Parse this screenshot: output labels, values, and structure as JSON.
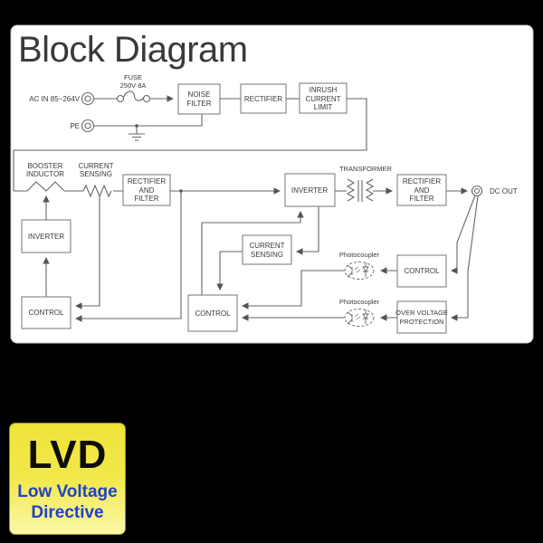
{
  "background_color": "#000000",
  "title": "Block Diagram",
  "diagram": {
    "wire_color": "#666666",
    "io": {
      "ac_in": "AC IN 85~264V",
      "pe": "PE",
      "dc_out": "DC OUT"
    },
    "fuse": {
      "line1": "FUSE",
      "line2": "250V 8A"
    },
    "inline_labels": {
      "booster": [
        "BOOSTER",
        "INDUCTOR"
      ],
      "current_sense": [
        "CURRENT",
        "SENSING"
      ],
      "transformer": "TRANSFORMER",
      "photocoupler": "Photocoupler"
    },
    "blocks": {
      "noise_filter": [
        "NOISE",
        "FILTER"
      ],
      "rectifier": [
        "RECTIFIER"
      ],
      "inrush": [
        "INRUSH",
        "CURRENT",
        "LIMIT"
      ],
      "rectifier_filter_pfc": [
        "RECTIFIER",
        "AND",
        "FILTER"
      ],
      "inverter_pfc": [
        "INVERTER"
      ],
      "control_pfc": [
        "CONTROL"
      ],
      "inverter_main": [
        "INVERTER"
      ],
      "rectifier_filter_out": [
        "RECTIFIER",
        "AND",
        "FILTER"
      ],
      "current_sensing": [
        "CURRENT",
        "SENSING"
      ],
      "control_main": [
        "CONTROL"
      ],
      "control_feedback": [
        "CONTROL"
      ],
      "ovp": [
        "OVER VOLTAGE",
        "PROTECTION"
      ]
    }
  },
  "badge": {
    "acronym": "LVD",
    "line1": "Low Voltage",
    "line2": "Directive",
    "bg_top": "#efe338",
    "bg_bottom": "#fbf8aa",
    "text_color": "#2042c8"
  }
}
